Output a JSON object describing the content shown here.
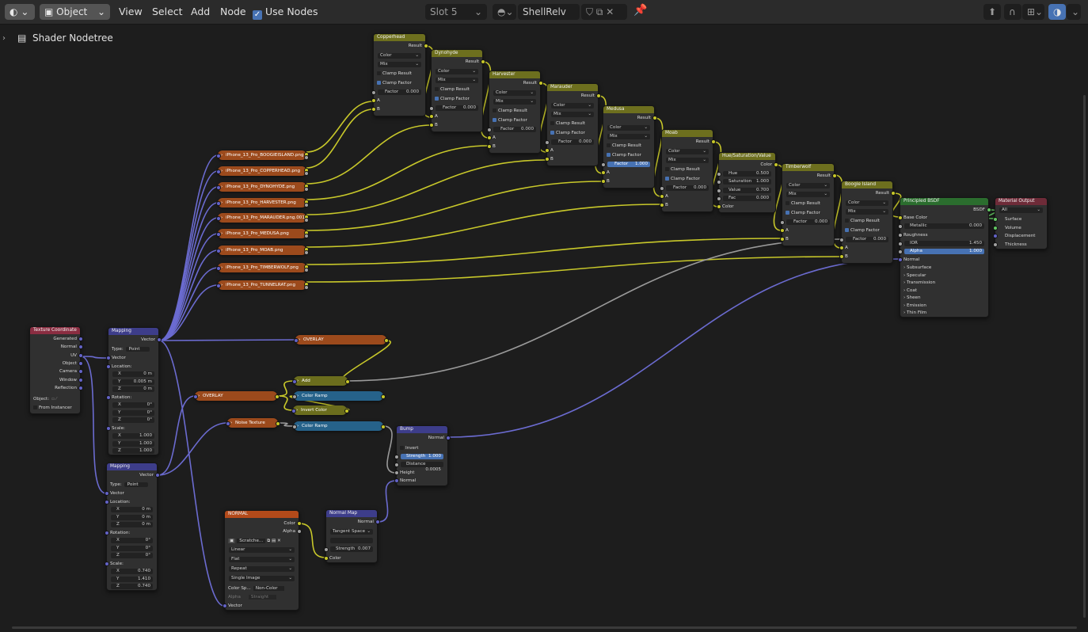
{
  "header": {
    "editor_type_icon": "shader-editor-icon",
    "mode": "Object",
    "menus": [
      "View",
      "Select",
      "Add",
      "Node"
    ],
    "use_nodes_label": "Use Nodes",
    "slot": "Slot 5",
    "material_name": "ShellRelv",
    "colors": {
      "bar": "#2b2b2b",
      "button": "#545454",
      "accent": "#4772b3"
    }
  },
  "breadcrumb": "Shader Nodetree",
  "nodes": {
    "copperhead": {
      "title": "Copperhead",
      "result": "Result",
      "type": "Color",
      "blend": "Mix",
      "clamp_result": "Clamp Result",
      "clamp_factor": "Clamp Factor",
      "factor_label": "Factor",
      "factor": "0.000",
      "a": "A",
      "b": "B"
    },
    "dynohyde": {
      "title": "Dynohyde",
      "result": "Result",
      "type": "Color",
      "blend": "Mix",
      "clamp_result": "Clamp Result",
      "clamp_factor": "Clamp Factor",
      "factor_label": "Factor",
      "factor": "0.000",
      "a": "A",
      "b": "B"
    },
    "harvester": {
      "title": "Harvester",
      "result": "Result",
      "type": "Color",
      "blend": "Mix",
      "clamp_result": "Clamp Result",
      "clamp_factor": "Clamp Factor",
      "factor_label": "Factor",
      "factor": "0.000",
      "a": "A",
      "b": "B"
    },
    "marauder": {
      "title": "Marauder",
      "result": "Result",
      "type": "Color",
      "blend": "Mix",
      "clamp_result": "Clamp Result",
      "clamp_factor": "Clamp Factor",
      "factor_label": "Factor",
      "factor": "0.000",
      "a": "A",
      "b": "B"
    },
    "medusa": {
      "title": "Medusa",
      "result": "Result",
      "type": "Color",
      "blend": "Mix",
      "clamp_result": "Clamp Result",
      "clamp_factor": "Clamp Factor",
      "factor_label": "Factor",
      "factor": "1.000",
      "a": "A",
      "b": "B"
    },
    "moab": {
      "title": "Moab",
      "result": "Result",
      "type": "Color",
      "blend": "Mix",
      "clamp_result": "Clamp Result",
      "clamp_factor": "Clamp Factor",
      "factor_label": "Factor",
      "factor": "0.000",
      "a": "A",
      "b": "B"
    },
    "hsv": {
      "title": "Hue/Saturation/Value",
      "color_out": "Color",
      "hue_label": "Hue",
      "hue": "0.500",
      "sat_label": "Saturation",
      "sat": "1.000",
      "val_label": "Value",
      "val": "0.700",
      "fac_label": "Fac",
      "fac": "0.000",
      "color_in": "Color"
    },
    "timberwolf": {
      "title": "Timberwolf",
      "result": "Result",
      "type": "Color",
      "blend": "Mix",
      "clamp_result": "Clamp Result",
      "clamp_factor": "Clamp Factor",
      "factor_label": "Factor",
      "factor": "0.000",
      "a": "A",
      "b": "B"
    },
    "boogie": {
      "title": "Boogie Island",
      "result": "Result",
      "type": "Color",
      "blend": "Mix",
      "clamp_result": "Clamp Result",
      "clamp_factor": "Clamp Factor",
      "factor_label": "Factor",
      "factor": "0.000",
      "a": "A",
      "b": "B"
    },
    "bsdf": {
      "title": "Principled BSDF",
      "out": "BSDF",
      "base_color": "Base Color",
      "metallic_label": "Metallic",
      "metallic": "0.000",
      "roughness": "Roughness",
      "ior_label": "IOR",
      "ior": "1.450",
      "alpha_label": "Alpha",
      "alpha": "1.000",
      "normal": "Normal",
      "panels": [
        "Subsurface",
        "Specular",
        "Transmission",
        "Coat",
        "Sheen",
        "Emission",
        "Thin Film"
      ]
    },
    "output": {
      "title": "Material Output",
      "target": "All",
      "surface": "Surface",
      "volume": "Volume",
      "displacement": "Displacement",
      "thickness": "Thickness"
    },
    "texcoord": {
      "title": "Texture Coordinate",
      "outs": [
        "Generated",
        "Normal",
        "UV",
        "Object",
        "Camera",
        "Window",
        "Reflection"
      ],
      "object_label": "Object:",
      "from_instancer": "From Instancer"
    },
    "mapping1": {
      "title": "Mapping",
      "vector_out": "Vector",
      "type_label": "Type:",
      "type": "Point",
      "vector_in": "Vector",
      "location": "Location:",
      "loc": [
        {
          "k": "X",
          "v": "0 m"
        },
        {
          "k": "Y",
          "v": "0.005 m"
        },
        {
          "k": "Z",
          "v": "0 m"
        }
      ],
      "rotation": "Rotation:",
      "rot": [
        {
          "k": "X",
          "v": "0°"
        },
        {
          "k": "Y",
          "v": "0°"
        },
        {
          "k": "Z",
          "v": "0°"
        }
      ],
      "scale": "Scale:",
      "scl": [
        {
          "k": "X",
          "v": "1.000"
        },
        {
          "k": "Y",
          "v": "1.000"
        },
        {
          "k": "Z",
          "v": "1.000"
        }
      ]
    },
    "mapping2": {
      "title": "Mapping",
      "vector_out": "Vector",
      "type_label": "Type:",
      "type": "Point",
      "vector_in": "Vector",
      "location": "Location:",
      "loc": [
        {
          "k": "X",
          "v": "0 m"
        },
        {
          "k": "Y",
          "v": "0 m"
        },
        {
          "k": "Z",
          "v": "0 m"
        }
      ],
      "rotation": "Rotation:",
      "rot": [
        {
          "k": "X",
          "v": "0°"
        },
        {
          "k": "Y",
          "v": "0°"
        },
        {
          "k": "Z",
          "v": "0°"
        }
      ],
      "scale": "Scale:",
      "scl": [
        {
          "k": "X",
          "v": "0.740"
        },
        {
          "k": "Y",
          "v": "1.410"
        },
        {
          "k": "Z",
          "v": "0.740"
        }
      ]
    },
    "bump": {
      "title": "Bump",
      "normal_out": "Normal",
      "invert": "Invert",
      "strength_label": "Strength",
      "strength": "1.000",
      "distance_label": "Distance",
      "distance": "0.0005",
      "height": "Height",
      "normal_in": "Normal"
    },
    "normalmap": {
      "title": "Normal Map",
      "normal_out": "Normal",
      "space": "Tangent Space",
      "strength_label": "Strength",
      "strength": "0.007",
      "color_in": "Color"
    },
    "normal_tex": {
      "title": "NORMAL",
      "color_out": "Color",
      "alpha_out": "Alpha",
      "image": "Scratche...",
      "interp": "Linear",
      "proj": "Flat",
      "ext": "Repeat",
      "source": "Single Image",
      "cs_label": "Color Sp...",
      "cs": "Non-Color",
      "alpha_label": "Alpha",
      "alpha": "Straight",
      "vector_in": "Vector"
    }
  },
  "textures": [
    "iPhone_13_Pro_BOOGIEISLAND.png",
    "iPhone_13_Pro_COPPERHEAD.png",
    "iPhone_13_Pro_DYNOHYDE.png",
    "iPhone_13_Pro_HARVESTER.png",
    "iPhone_13_Pro_MARAUDER.png.001",
    "iPhone_13_Pro_MEDUSA.png",
    "iPhone_13_Pro_MOAB.png",
    "iPhone_13_Pro_TIMBERWOLF.png",
    "iPhone_13_Pro_TUNNELRAT.png"
  ],
  "collapsed": {
    "overlay1": "OVERLAY",
    "overlay2": "OVERLAY",
    "add": "Add",
    "ramp1": "Color Ramp",
    "invert": "Invert Color",
    "noise": "Noise Texture",
    "ramp2": "Color Ramp"
  }
}
